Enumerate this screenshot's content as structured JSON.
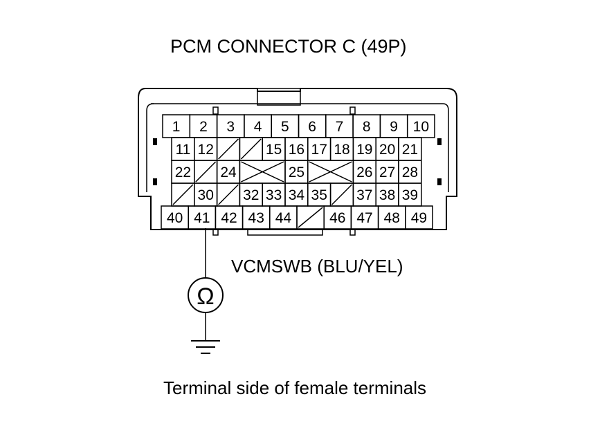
{
  "title": "PCM CONNECTOR C (49P)",
  "wire_label": "VCMSWB (BLU/YEL)",
  "caption": "Terminal side of female terminals",
  "ohmmeter_symbol": "Ω",
  "probe_terminal": "41",
  "ground_icon": "ground-symbol",
  "rows": [
    [
      "1",
      "2",
      "3",
      "4",
      "5",
      "6",
      "7",
      "8",
      "9",
      "10"
    ],
    [
      "11",
      "12",
      "/",
      "/",
      "15",
      "16",
      "17",
      "18",
      "19",
      "20",
      "21"
    ],
    [
      "22",
      "/",
      "24",
      "X",
      "25",
      "X",
      "26",
      "27",
      "28"
    ],
    [
      "/",
      "30",
      "/",
      "32",
      "33",
      "34",
      "35",
      "/",
      "37",
      "38",
      "39"
    ],
    [
      "40",
      "41",
      "42",
      "43",
      "44",
      "/",
      "46",
      "47",
      "48",
      "49"
    ]
  ]
}
